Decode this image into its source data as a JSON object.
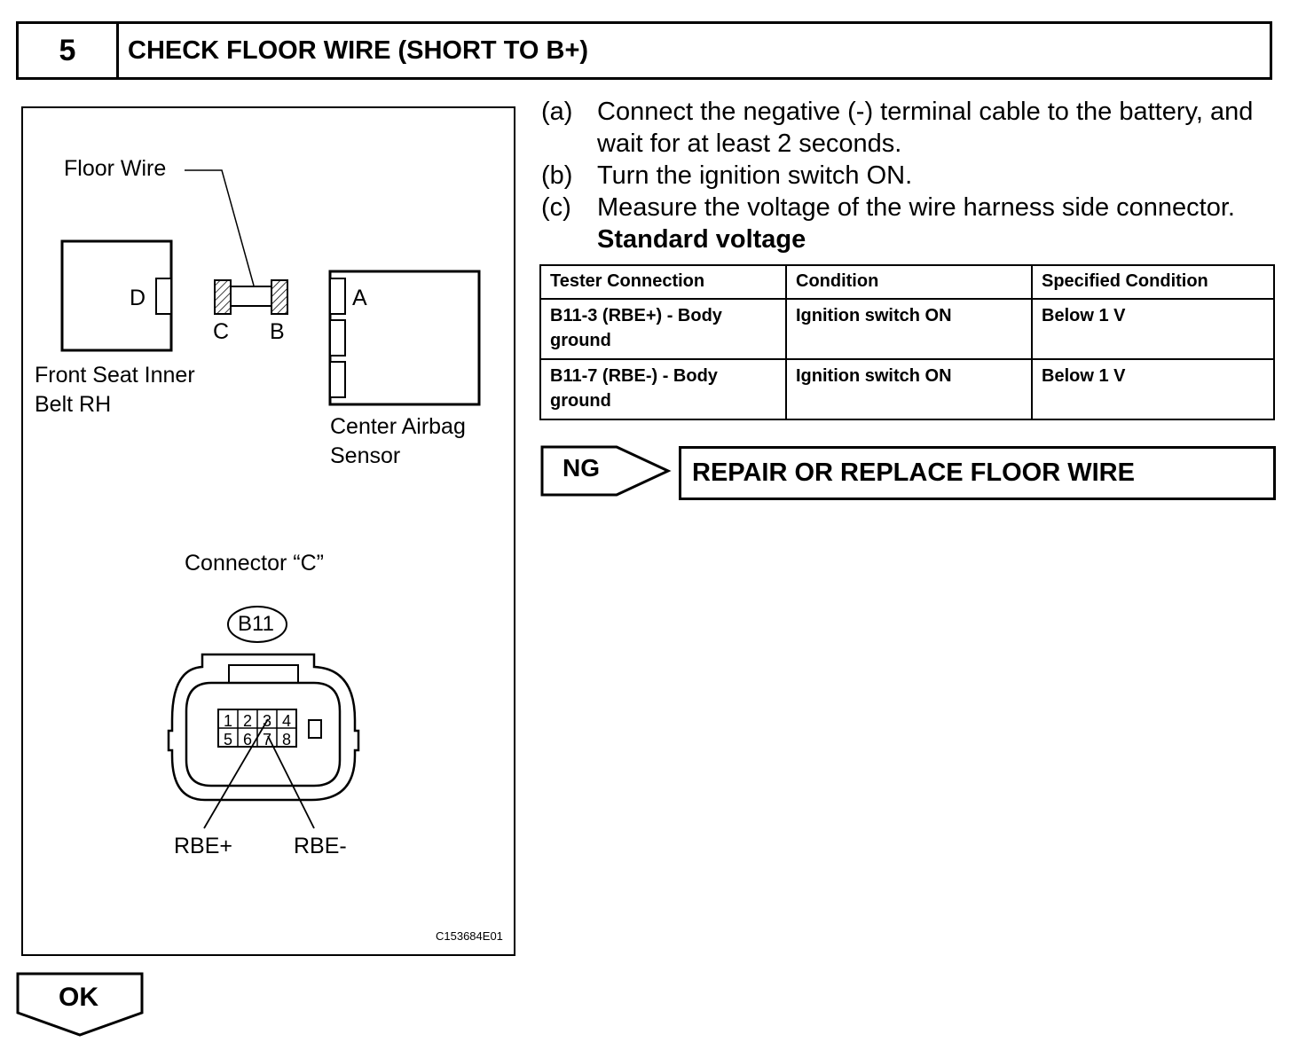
{
  "header": {
    "step_number": "5",
    "title": "CHECK FLOOR WIRE (SHORT TO B+)"
  },
  "diagram": {
    "floor_wire_label": "Floor Wire",
    "connector_d": "D",
    "connector_c": "C",
    "connector_b": "B",
    "connector_a": "A",
    "front_seat_label_line1": "Front Seat Inner",
    "front_seat_label_line2": "Belt RH",
    "airbag_label_line1": "Center Airbag",
    "airbag_label_line2": "Sensor",
    "connector_title": "Connector “C”",
    "connector_id": "B11",
    "pins_top": [
      "1",
      "2",
      "3",
      "4"
    ],
    "pins_bottom": [
      "5",
      "6",
      "7",
      "8"
    ],
    "rbe_plus": "RBE+",
    "rbe_minus": "RBE-",
    "figure_code": "C153684E01"
  },
  "steps": [
    {
      "letter": "(a)",
      "text": "Connect the negative (-) terminal cable to the battery, and wait for at least 2 seconds."
    },
    {
      "letter": "(b)",
      "text": "Turn the ignition switch ON."
    },
    {
      "letter": "(c)",
      "text": "Measure the voltage of the wire harness side connector."
    }
  ],
  "standard_label": "Standard voltage",
  "table": {
    "headers": [
      "Tester Connection",
      "Condition",
      "Specified Condition"
    ],
    "rows": [
      [
        "B11-3 (RBE+) - Body ground",
        "Ignition switch ON",
        "Below 1 V"
      ],
      [
        "B11-7 (RBE-) - Body ground",
        "Ignition switch ON",
        "Below 1 V"
      ]
    ]
  },
  "ng": {
    "label": "NG",
    "action": "REPAIR OR REPLACE FLOOR WIRE"
  },
  "ok": {
    "label": "OK"
  }
}
